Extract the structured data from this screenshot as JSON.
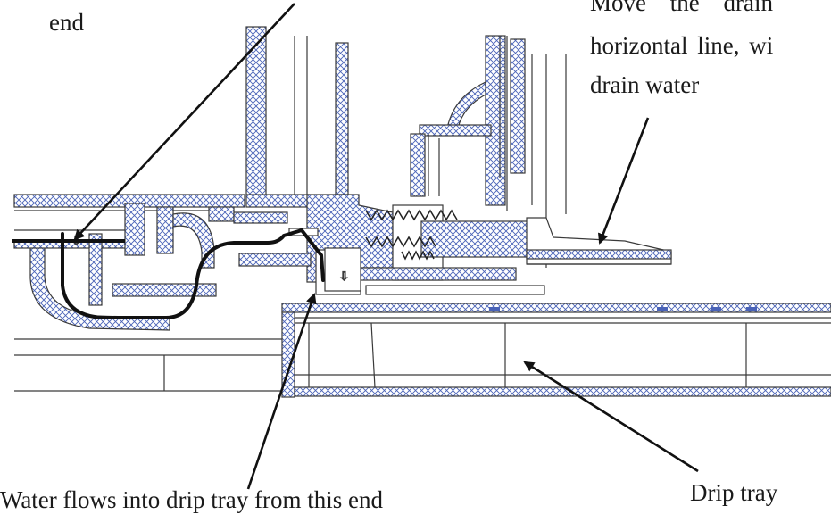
{
  "labels": {
    "top_left_end": "end",
    "top_right_line1": "Move the drain",
    "top_right_line2": "horizontal line, wi",
    "top_right_line3": "drain water",
    "bottom_left": "Water flows into drip tray from this end",
    "bottom_right": "Drip tray"
  },
  "colors": {
    "outline": "#3a3a3a",
    "hatch_blue": "#4a63b8",
    "flow_line": "#111111"
  }
}
